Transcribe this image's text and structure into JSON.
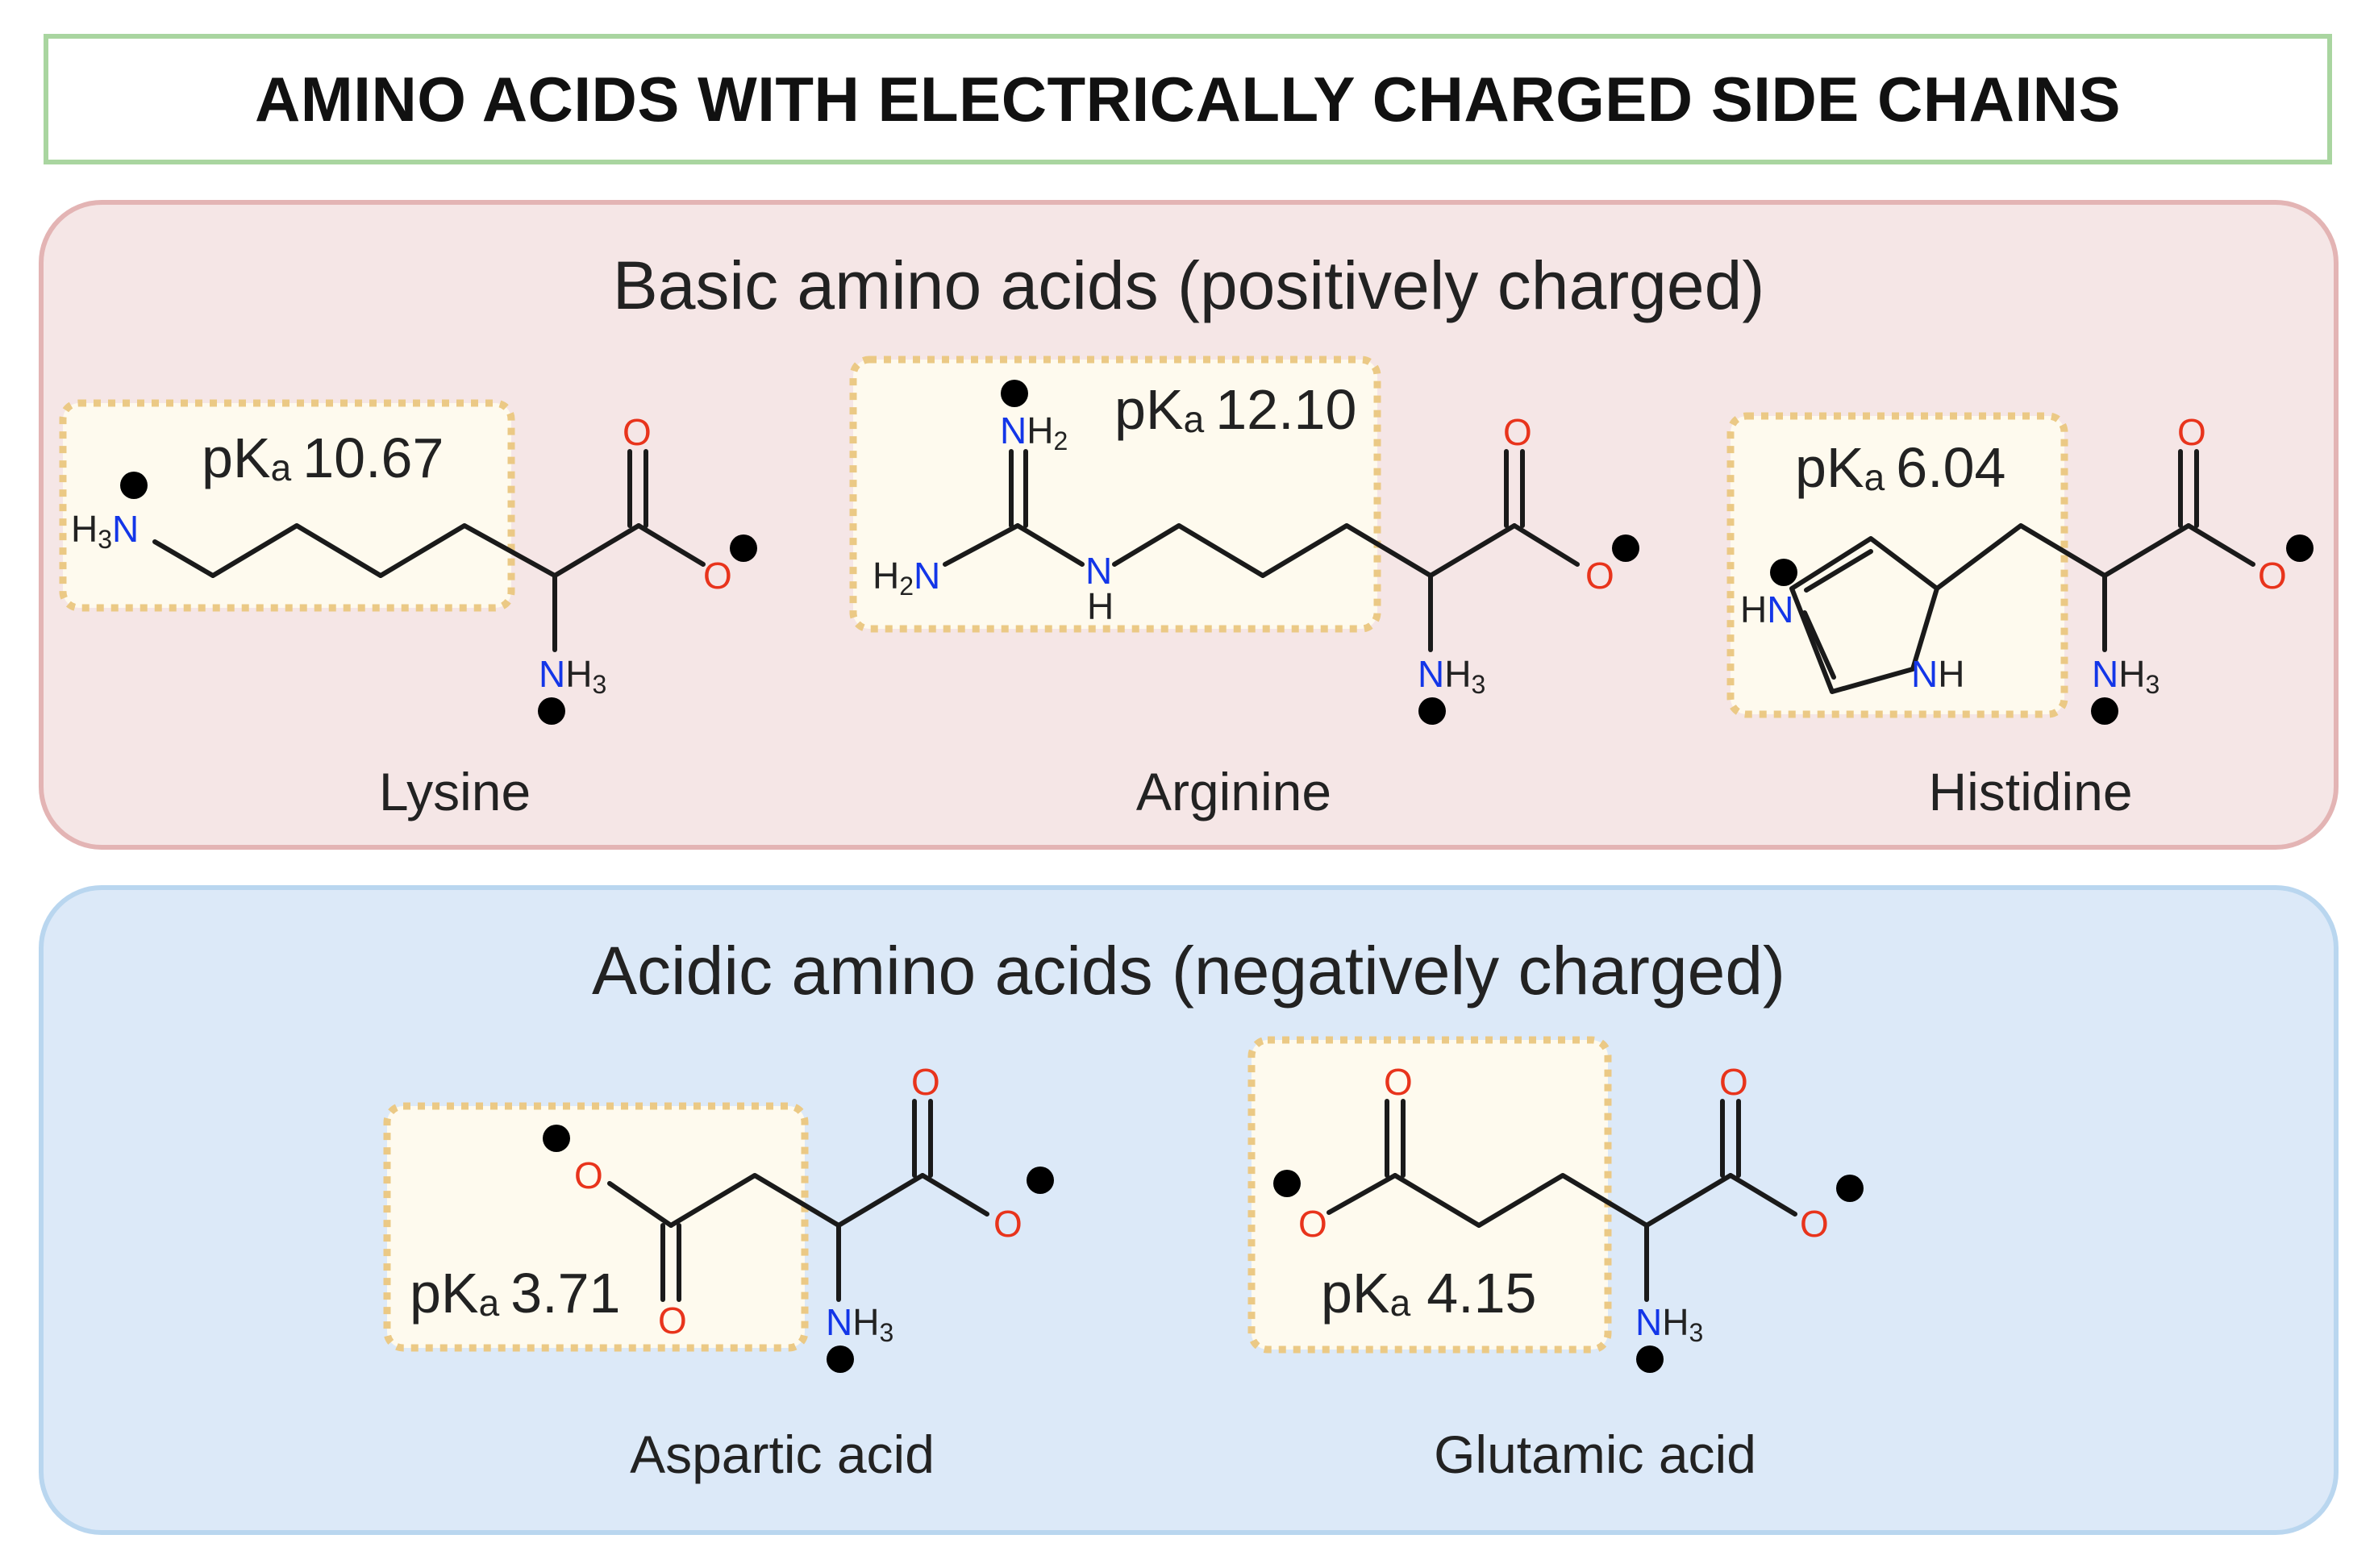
{
  "title": "AMINO ACIDS WITH ELECTRICALLY CHARGED SIDE CHAINS",
  "colors": {
    "title_border": "#a9d5a0",
    "basic_panel_bg": "#f5e6e6",
    "basic_panel_border": "#e3b4b4",
    "acidic_panel_bg": "#dce9f8",
    "acidic_panel_border": "#b9d6ef",
    "side_chain_highlight_bg": "#fefaee",
    "side_chain_highlight_border": "#ebc985",
    "nitrogen": "#1336e8",
    "oxygen": "#e8341c"
  },
  "basic": {
    "heading": "Basic amino acids (positively charged)",
    "lysine": {
      "name": "Lysine",
      "pka_value": "10.67"
    },
    "arginine": {
      "name": "Arginine",
      "pka_value": "12.10"
    },
    "histidine": {
      "name": "Histidine",
      "pka_value": "6.04"
    }
  },
  "acidic": {
    "heading": "Acidic amino acids (negatively charged)",
    "aspartic": {
      "name": "Aspartic acid",
      "pka_value": "3.71"
    },
    "glutamic": {
      "name": "Glutamic acid",
      "pka_value": "4.15"
    }
  },
  "labels": {
    "pk": "pK",
    "pk_sub": "a",
    "N": "N",
    "O": "O",
    "H": "H",
    "sub2": "2",
    "sub3": "3"
  }
}
